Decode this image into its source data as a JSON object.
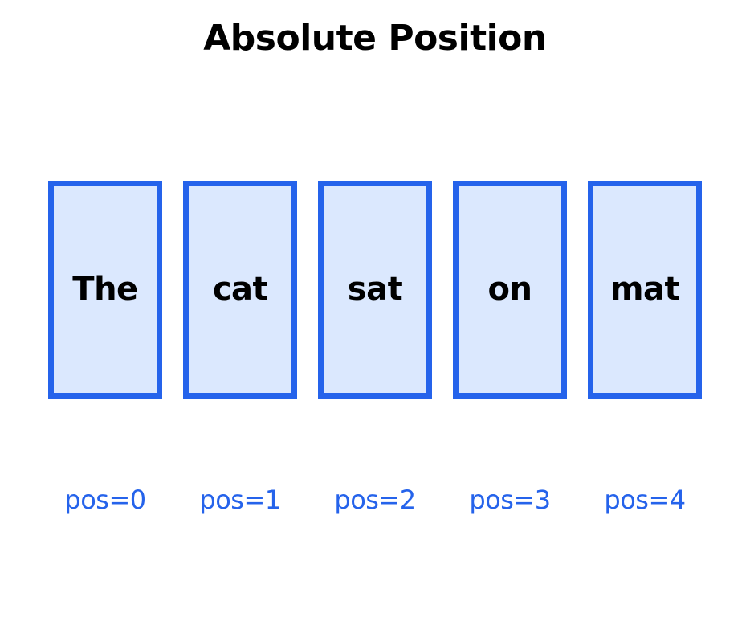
{
  "title": "Absolute Position",
  "colors": {
    "box_border": "#2563eb",
    "box_fill": "#dbe8fe",
    "position_text": "#2563eb",
    "token_text": "#000000"
  },
  "tokens": [
    {
      "word": "The",
      "position": "pos=0"
    },
    {
      "word": "cat",
      "position": "pos=1"
    },
    {
      "word": "sat",
      "position": "pos=2"
    },
    {
      "word": "on",
      "position": "pos=3"
    },
    {
      "word": "mat",
      "position": "pos=4"
    }
  ]
}
